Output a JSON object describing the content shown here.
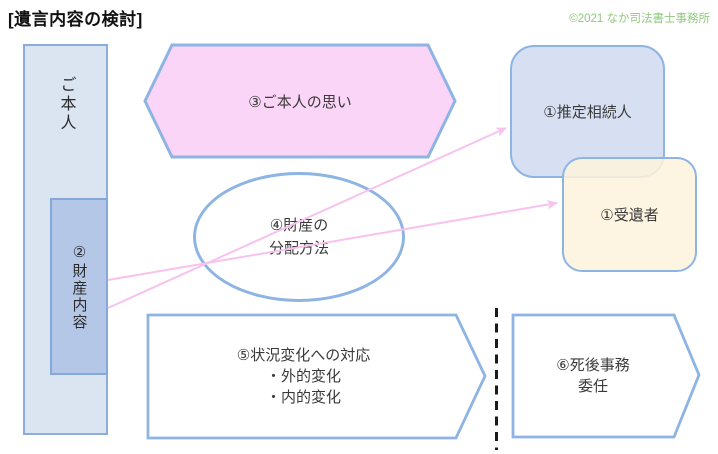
{
  "header": {
    "title": "[遺言内容の検討]",
    "copyright": "©2021 なか司法書士事務所"
  },
  "nodes": {
    "person": {
      "label": "ご本人"
    },
    "property": {
      "label": "②財産内容"
    },
    "wishes": {
      "label": "③ご本人の思い"
    },
    "distribution": {
      "lines": [
        "④財産の",
        "分配方法"
      ]
    },
    "heirs": {
      "label": "①推定相続人"
    },
    "legatee": {
      "label": "①受遺者"
    },
    "situation_change": {
      "lines": [
        "⑤状況変化への対応",
        "・外的変化",
        "・内的変化"
      ]
    },
    "posthumous_affairs": {
      "lines": [
        "⑥死後事務",
        "委任"
      ]
    }
  },
  "edges": [
    {
      "from": "②財産内容",
      "to": "①推定相続人",
      "style": "pink-arrow"
    },
    {
      "from": "②財産内容",
      "to": "①受遺者",
      "style": "pink-arrow"
    }
  ],
  "colors": {
    "panel_fill": "#dbe5f2",
    "panel_inner_fill": "#b4c7e7",
    "hexagon_fill": "#fbd5f7",
    "heirs_fill": "#d7e0f2",
    "legatee_fill": "#fdf3dc",
    "border_blue": "#8eb4e3",
    "arrow_pink": "#f7c2ee",
    "copyright_green": "#8fc87e",
    "dashed_line_black": "#1b1b1b"
  }
}
